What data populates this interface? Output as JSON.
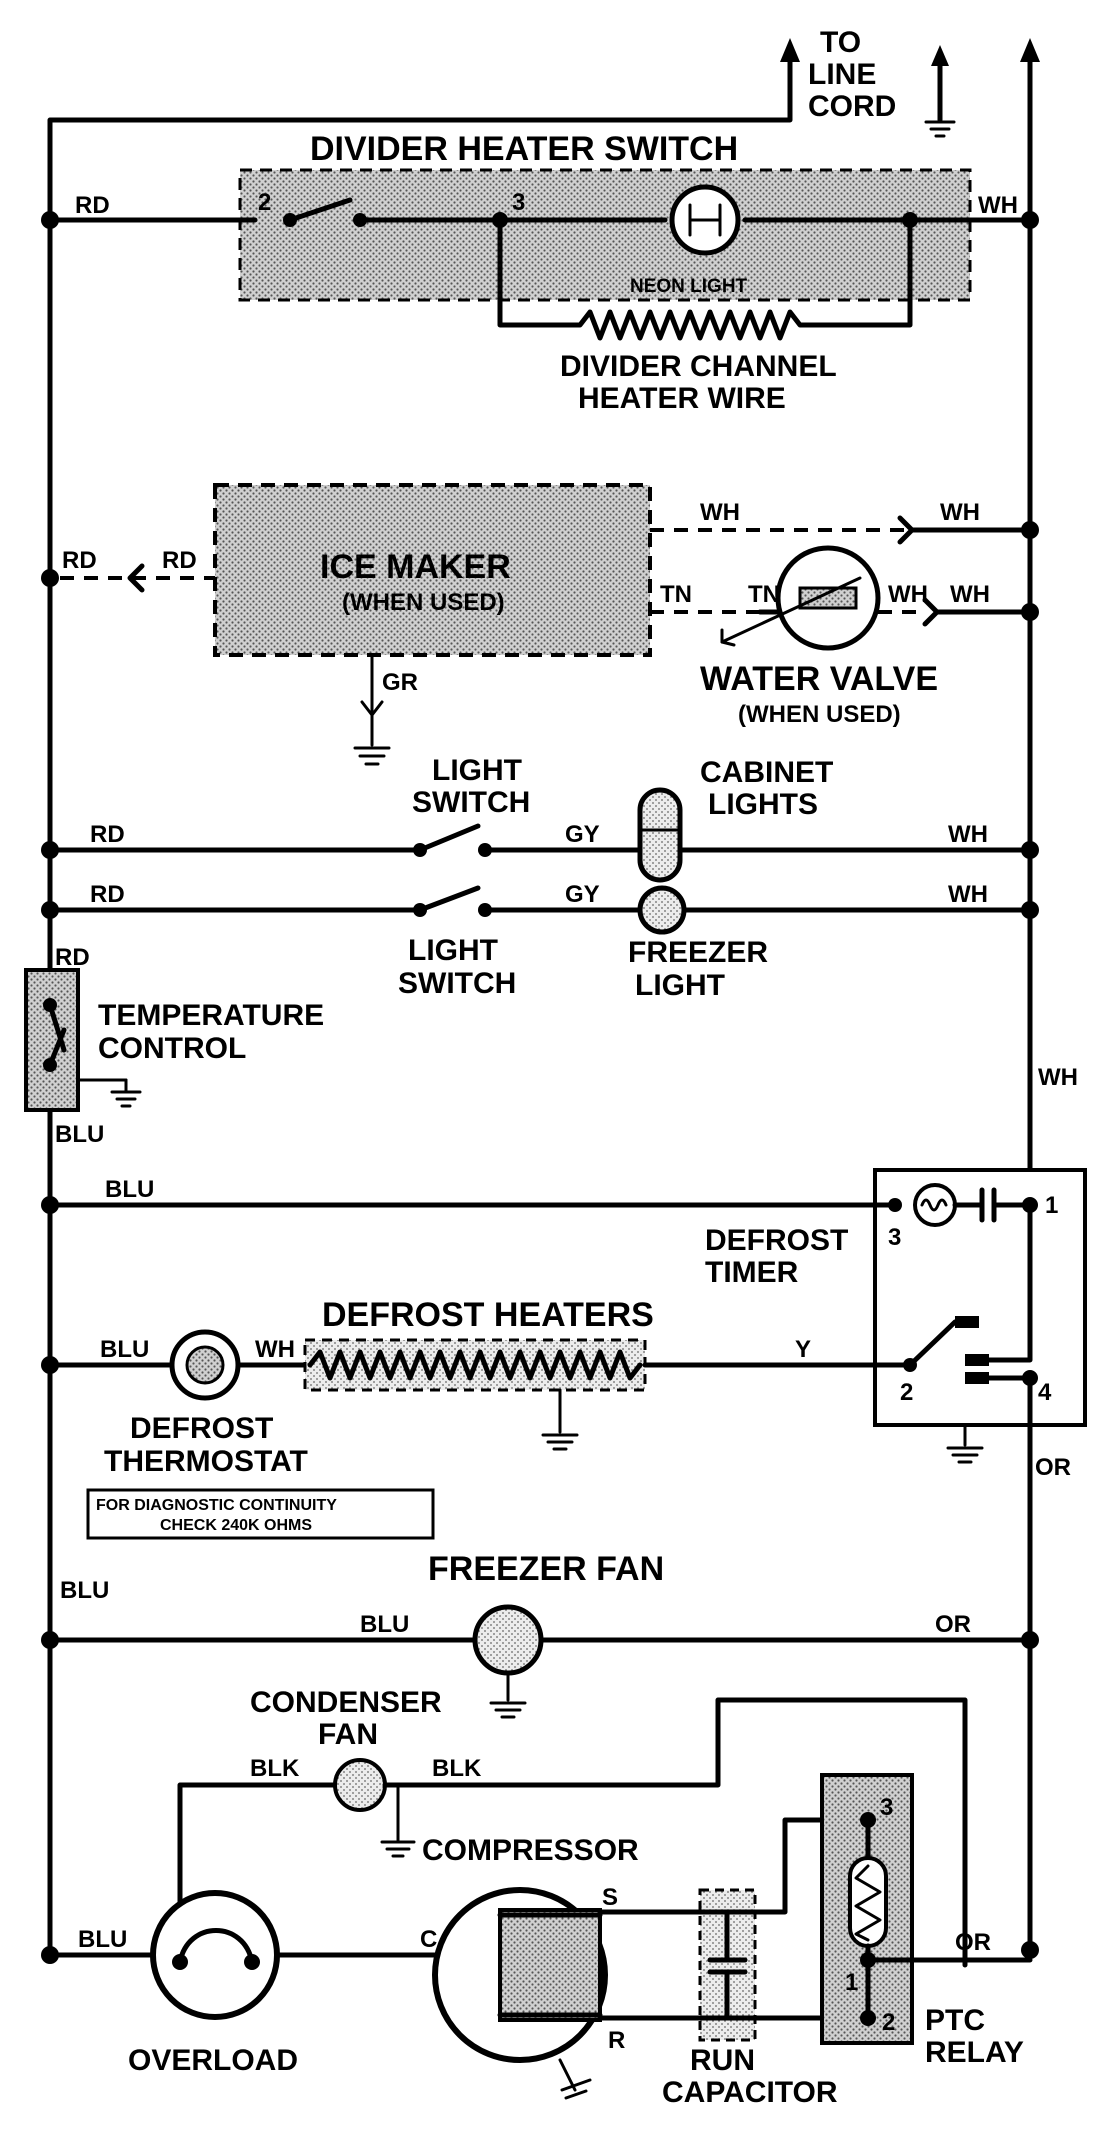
{
  "supply": {
    "to_line_cord": [
      "TO",
      "LINE",
      "CORD"
    ]
  },
  "divider_heater": {
    "switch_label": "DIVIDER HEATER SWITCH",
    "terminal_2": "2",
    "terminal_3": "3",
    "neon_light": "NEON LIGHT",
    "wire_label": [
      "DIVIDER CHANNEL",
      "HEATER WIRE"
    ],
    "left_wire": "RD",
    "right_wire": "WH"
  },
  "ice_maker": {
    "label": "ICE MAKER",
    "note": "(WHEN USED)",
    "wire_rd_left": "RD",
    "wire_rd_inner": "RD",
    "wire_wh_inner": "WH",
    "wire_wh_right": "WH",
    "wire_tn_out": "TN",
    "wire_gr": "GR"
  },
  "water_valve": {
    "label": "WATER VALVE",
    "note": "(WHEN USED)",
    "wire_tn": "TN",
    "wire_wh_inner": "WH",
    "wire_wh_right": "WH"
  },
  "cabinet_lights_branch": {
    "switch_label": [
      "LIGHT",
      "SWITCH"
    ],
    "lights_label": [
      "CABINET",
      "LIGHTS"
    ],
    "wire_rd": "RD",
    "wire_gy": "GY",
    "wire_wh": "WH"
  },
  "freezer_light_branch": {
    "switch_label": [
      "LIGHT",
      "SWITCH"
    ],
    "light_label": [
      "FREEZER",
      "LIGHT"
    ],
    "wire_rd": "RD",
    "wire_gy": "GY",
    "wire_wh": "WH"
  },
  "temperature_control": {
    "label": [
      "TEMPERATURE",
      "CONTROL"
    ],
    "wire_in": "RD",
    "wire_out": "BLU"
  },
  "right_rail_wire": "WH",
  "defrost_timer": {
    "label": [
      "DEFROST",
      "TIMER"
    ],
    "terminal_1": "1",
    "terminal_2": "2",
    "terminal_3": "3",
    "terminal_4": "4",
    "wire_blu": "BLU",
    "wire_y": "Y",
    "wire_or": "OR"
  },
  "defrost_heaters": {
    "label": "DEFROST HEATERS",
    "thermostat_label": [
      "DEFROST",
      "THERMOSTAT"
    ],
    "wire_blu": "BLU",
    "wire_wh": "WH",
    "note": [
      "FOR DIAGNOSTIC CONTINUITY",
      "CHECK 240K OHMS"
    ]
  },
  "freezer_fan": {
    "label": "FREEZER FAN",
    "wire_left_rail": "BLU",
    "wire_blu": "BLU",
    "wire_or": "OR"
  },
  "condenser_fan": {
    "label": [
      "CONDENSER",
      "FAN"
    ],
    "wire_blk_left": "BLK",
    "wire_blk_right": "BLK"
  },
  "compressor": {
    "label": "COMPRESSOR",
    "terminal_c": "C",
    "terminal_s": "S",
    "terminal_r": "R"
  },
  "overload": {
    "label": "OVERLOAD",
    "wire_blu": "BLU"
  },
  "run_capacitor": {
    "label": [
      "RUN",
      "CAPACITOR"
    ]
  },
  "ptc_relay": {
    "label": [
      "PTC",
      "RELAY"
    ],
    "terminal_1": "1",
    "terminal_2": "2",
    "terminal_3": "3",
    "wire_or": "OR"
  },
  "colors": {
    "ink": "#000000",
    "shade": "#9a9a9a",
    "paper": "#ffffff"
  }
}
